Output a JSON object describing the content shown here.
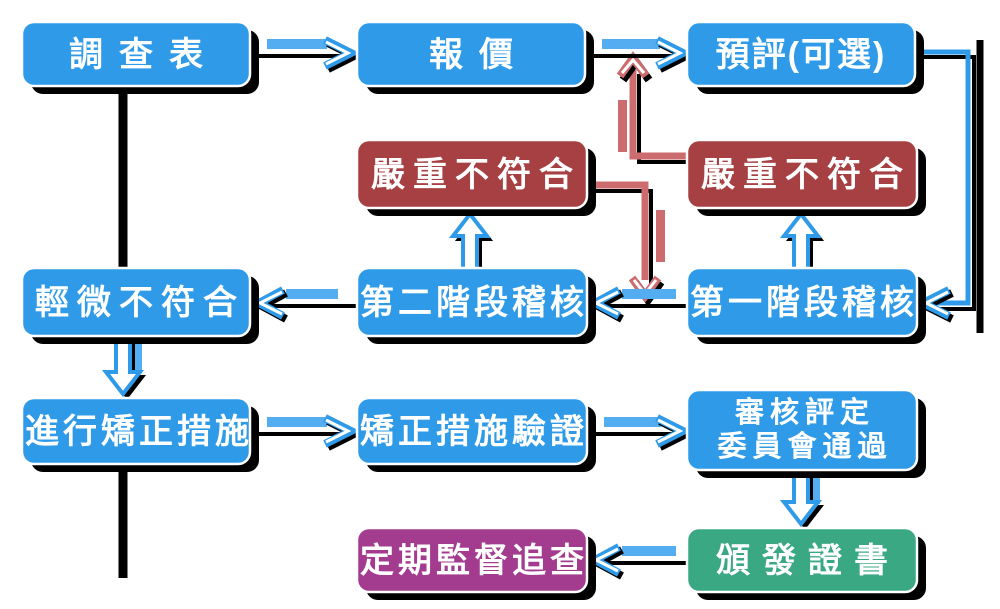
{
  "boxes": {
    "survey": {
      "label": "調查表",
      "color": "#2F9BE8"
    },
    "quote": {
      "label": "報價",
      "color": "#2F9BE8"
    },
    "pre_assessment": {
      "label": "預評(可選)",
      "color": "#2F9BE8"
    },
    "severe_nonconformity_stage2": {
      "label": "嚴重不符合",
      "color": "#A74042"
    },
    "severe_nonconformity_stage1": {
      "label": "嚴重不符合",
      "color": "#A74042"
    },
    "minor_nonconformity": {
      "label": "輕微不符合",
      "color": "#2F9BE8"
    },
    "stage2_audit": {
      "label": "第二階段稽核",
      "color": "#2F9BE8"
    },
    "stage1_audit": {
      "label": "第一階段稽核",
      "color": "#2F9BE8"
    },
    "corrective_action": {
      "label": "進行矯正措施",
      "color": "#2F9BE8"
    },
    "corrective_verification": {
      "label": "矯正措施驗證",
      "color": "#2F9BE8"
    },
    "review_committee": {
      "line1": "審核評定",
      "line2": "委員會通過",
      "color": "#2F9BE8"
    },
    "surveillance": {
      "label": "定期監督追查",
      "color": "#A33B8E"
    },
    "certificate": {
      "label": "頒發證書",
      "color": "#3BA884"
    }
  },
  "colors": {
    "flow_blue": "#2F9BE8",
    "flow_blue_light": "#54ACF1",
    "return_red": "#CD6C6E",
    "severe_box_red": "#A74042",
    "surveillance_magenta": "#A33B8E",
    "certificate_green": "#3BA884",
    "line_black": "#000000",
    "box_border": "#FFFFFF",
    "box_text": "#FFFFFF",
    "background": "#FFFFFF"
  }
}
